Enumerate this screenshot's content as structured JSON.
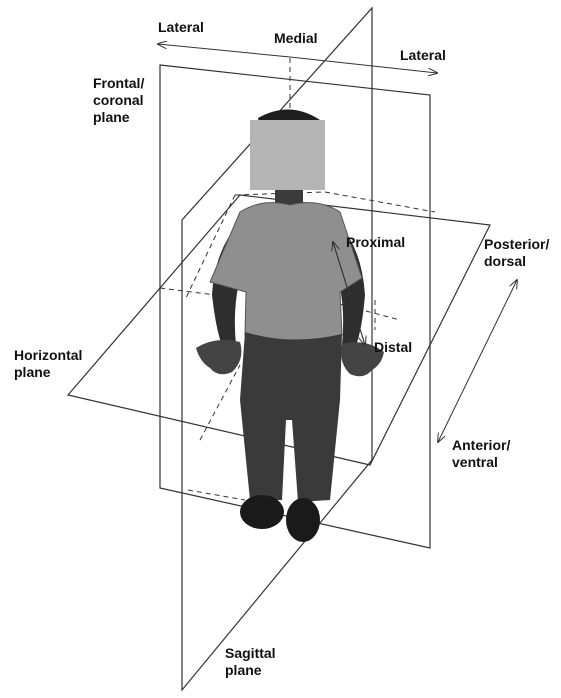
{
  "figure": {
    "labels": {
      "lateral_left": "Lateral",
      "medial": "Medial",
      "lateral_right": "Lateral",
      "frontal_plane": [
        "Frontal/",
        "coronal",
        "plane"
      ],
      "horizontal_plane": [
        "Horizontal",
        "plane"
      ],
      "sagittal_plane": [
        "Sagittal",
        "plane"
      ],
      "proximal": "Proximal",
      "distal": "Distal",
      "posterior": [
        "Posterior/",
        "dorsal"
      ],
      "anterior": [
        "Anterior/",
        "ventral"
      ]
    },
    "colors": {
      "line": "#333333",
      "face_mask": "#b4b4b4",
      "figure_dark": "#2a2a2a",
      "shirt": "#8f8f8f",
      "jeans": "#3a3a3a"
    }
  }
}
